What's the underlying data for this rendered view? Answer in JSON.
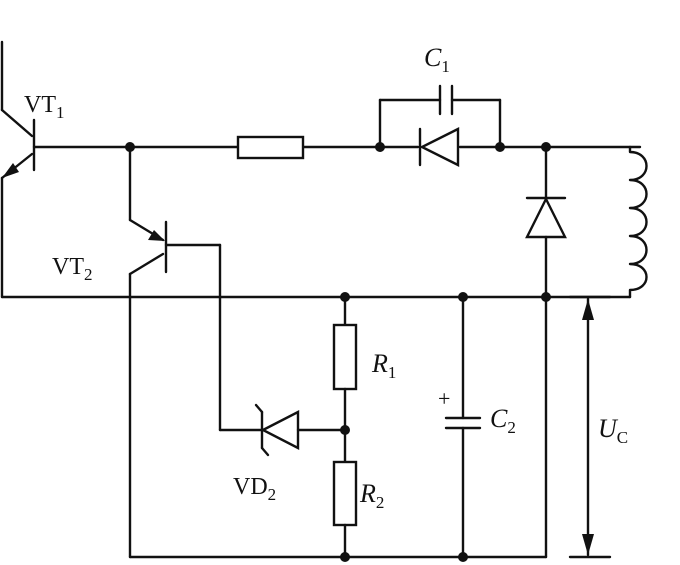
{
  "labels": {
    "vt1": {
      "main": "VT",
      "sub": "1"
    },
    "vt2": {
      "main": "VT",
      "sub": "2"
    },
    "c1": {
      "main": "C",
      "sub": "1"
    },
    "c2": {
      "main": "C",
      "sub": "2"
    },
    "r1": {
      "main": "R",
      "sub": "1"
    },
    "r2": {
      "main": "R",
      "sub": "2"
    },
    "vd2": {
      "main": "VD",
      "sub": "2"
    },
    "uc": {
      "main": "U",
      "sub": "C"
    },
    "plus": "+"
  }
}
